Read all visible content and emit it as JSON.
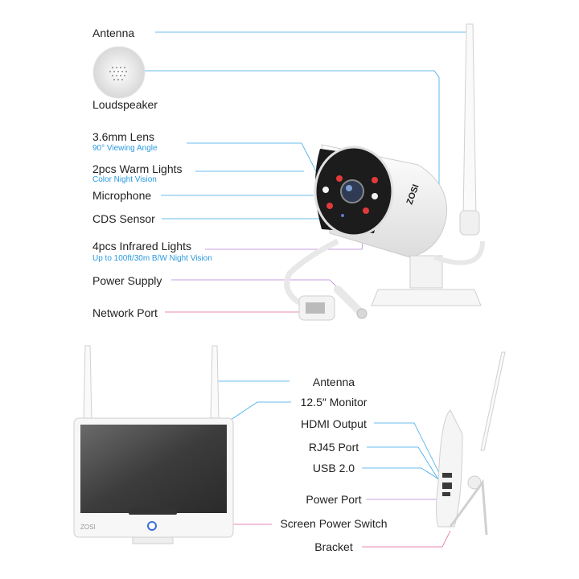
{
  "camera": {
    "labels": {
      "antenna": "Antenna",
      "loudspeaker": "Loudspeaker",
      "lens": "3.6mm Lens",
      "lens_sub": "90° Viewing Angle",
      "warm_lights": "2pcs Warm Lights",
      "warm_lights_sub": "Color Night Vision",
      "microphone": "Microphone",
      "cds_sensor": "CDS Sensor",
      "infrared": "4pcs Infrared Lights",
      "infrared_sub": "Up to 100ft/30m B/W Night Vision",
      "power_supply": "Power Supply",
      "network_port": "Network Port"
    },
    "brand": "ZOSI"
  },
  "monitor": {
    "labels": {
      "antenna": "Antenna",
      "monitor": "12.5″ Monitor",
      "hdmi": "HDMI Output",
      "rj45": "RJ45 Port",
      "usb": "USB 2.0",
      "power_port": "Power Port",
      "screen_switch": "Screen Power Switch",
      "bracket": "Bracket"
    },
    "brand": "ZOSI"
  },
  "colors": {
    "blue_line": "#3aa7e6",
    "purple_line": "#b57fd6",
    "pink_line": "#e0609a",
    "sub_text": "#2a9ae0"
  }
}
